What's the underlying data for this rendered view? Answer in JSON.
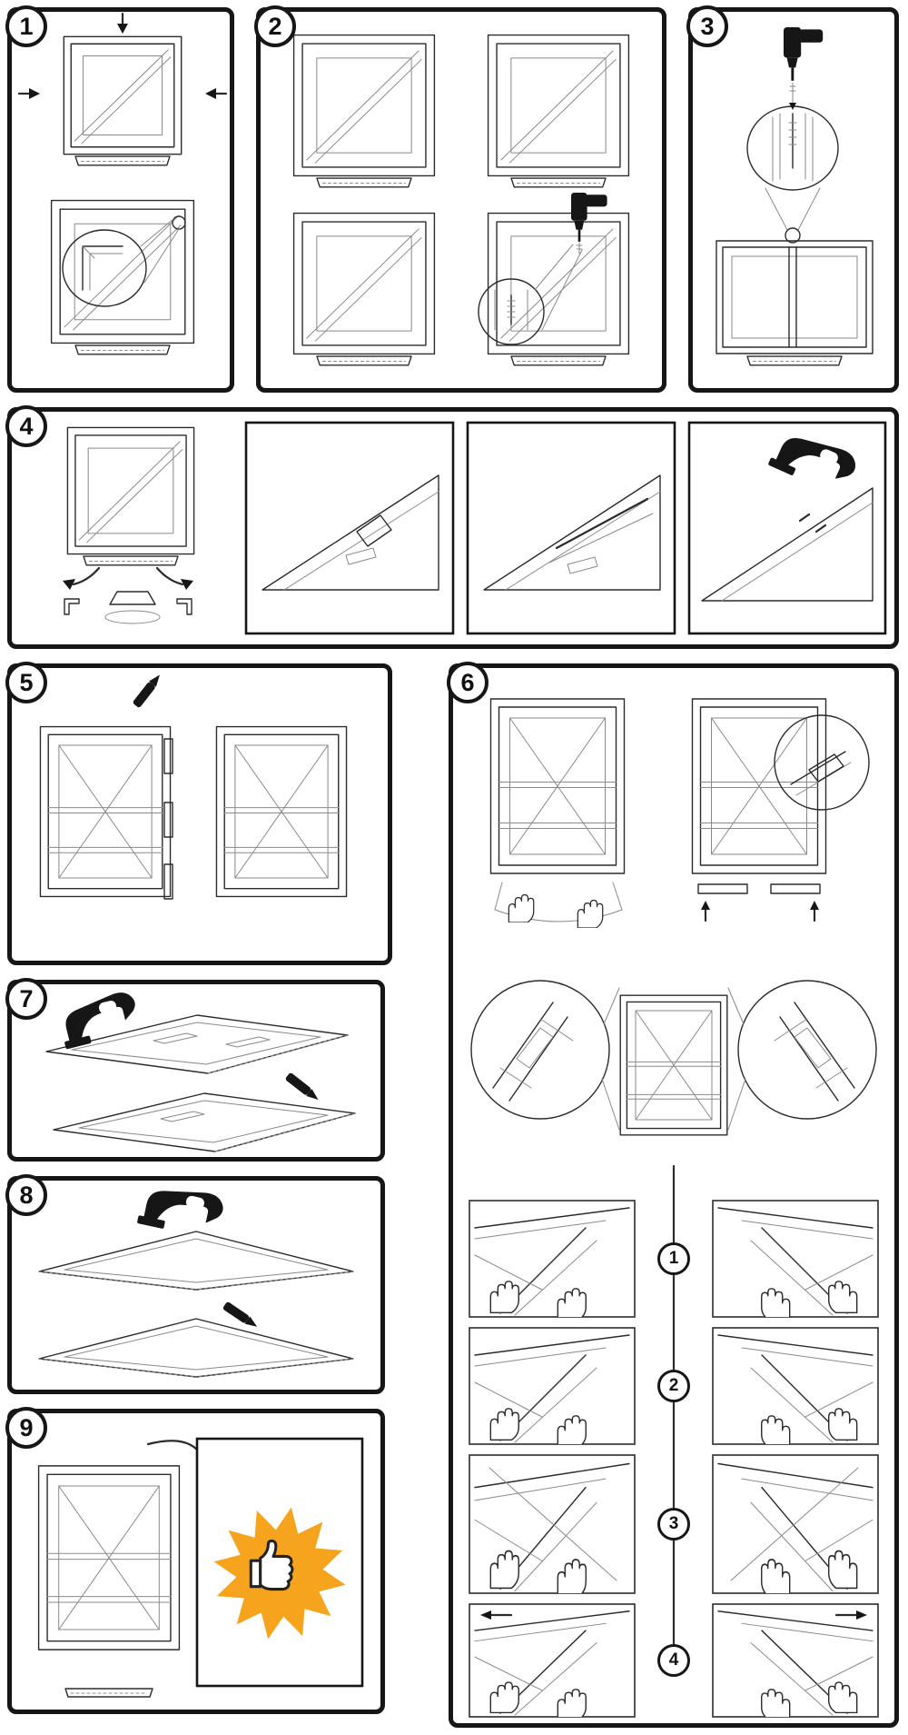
{
  "page": {
    "background": "#ffffff",
    "line_color": "#2b2b2b",
    "panel_border_color": "#161616",
    "accent_color": "#F6A41E"
  },
  "steps": [
    {
      "number": "1"
    },
    {
      "number": "2"
    },
    {
      "number": "3"
    },
    {
      "number": "4"
    },
    {
      "number": "5"
    },
    {
      "number": "6"
    },
    {
      "number": "7"
    },
    {
      "number": "8"
    },
    {
      "number": "9"
    }
  ],
  "step6_substeps": [
    {
      "number": "1"
    },
    {
      "number": "2"
    },
    {
      "number": "3"
    },
    {
      "number": "4"
    }
  ],
  "icons": {
    "drill": "drill-icon",
    "staple_gun": "staple-gun-icon",
    "marker": "marker-icon",
    "hand": "hand-icon",
    "thumbs_up": "thumbs-up-icon",
    "magnifier": "magnifier-detail-circle",
    "arrow": "direction-arrow"
  }
}
